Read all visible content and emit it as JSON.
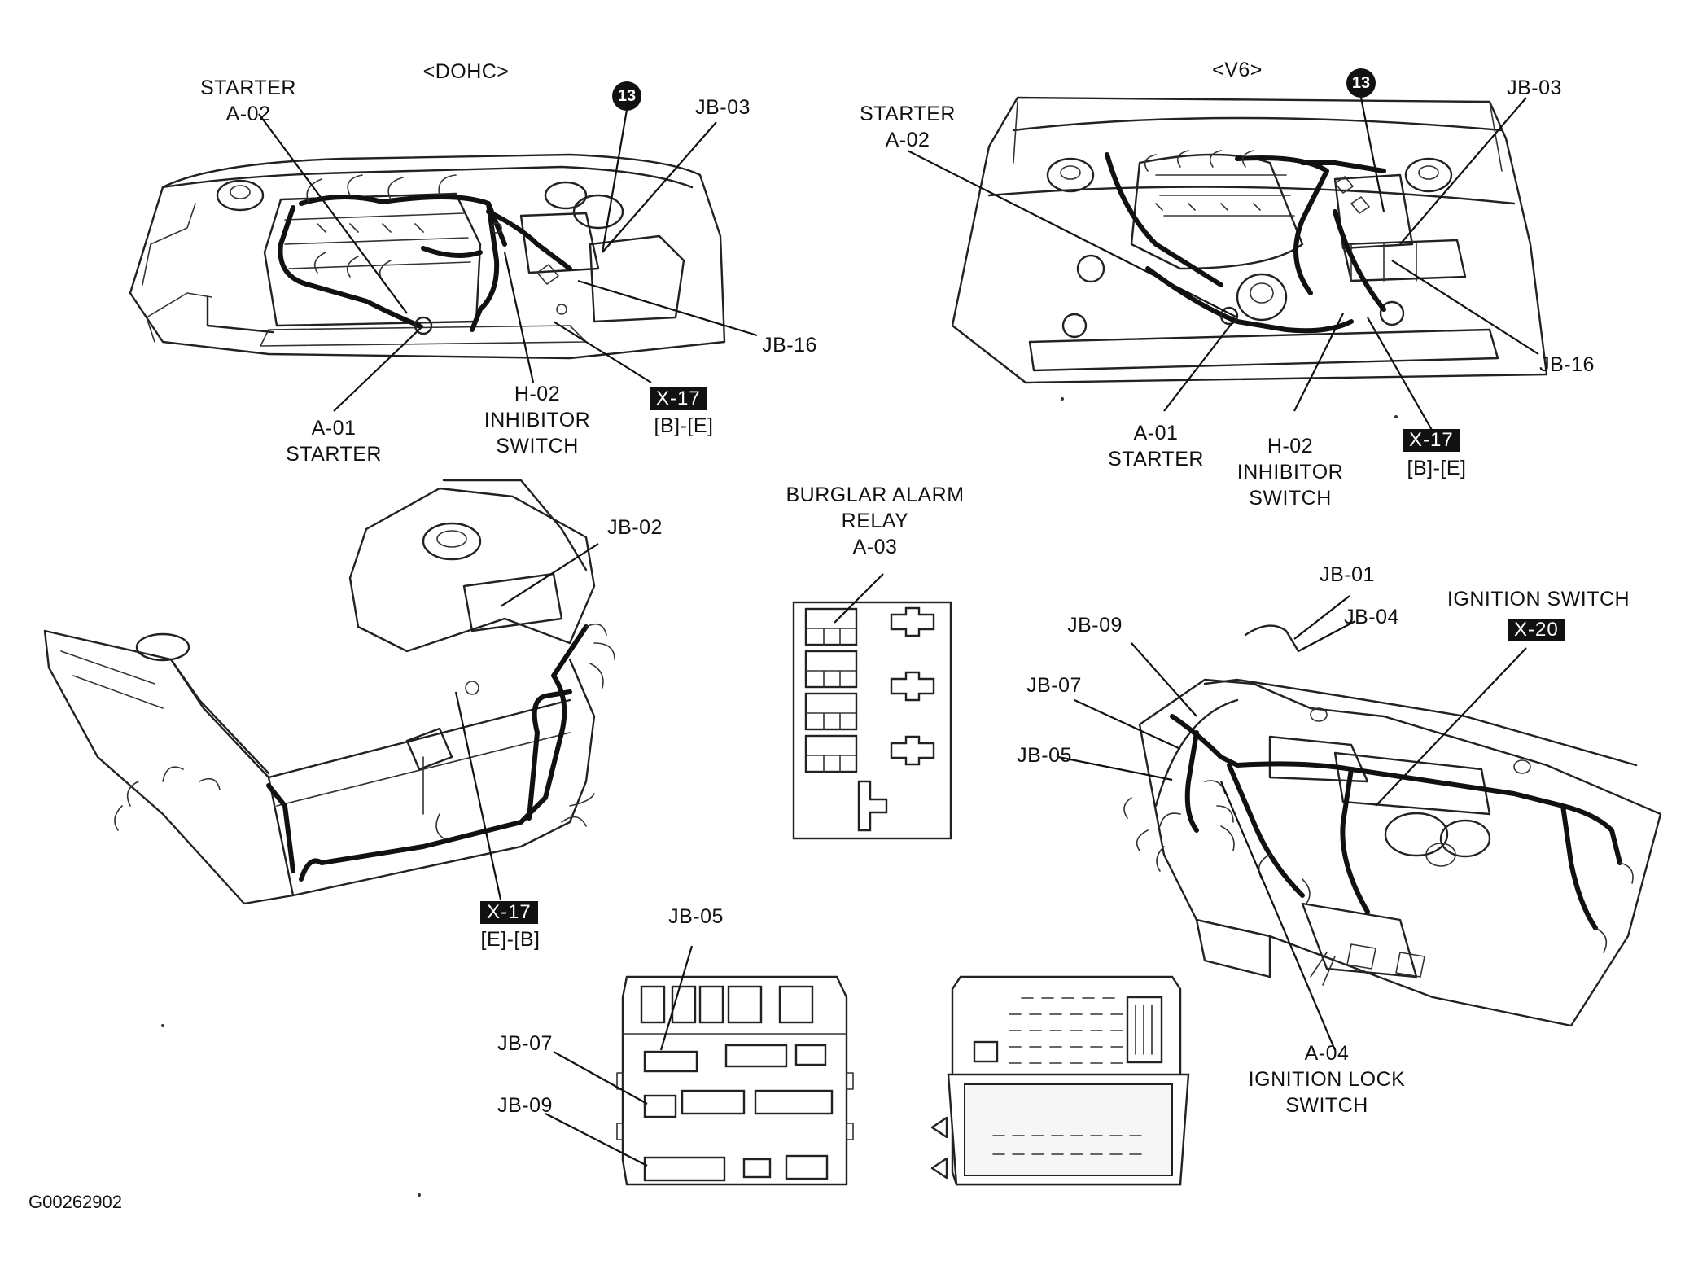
{
  "views": {
    "dohc": {
      "title": "<DOHC>",
      "starter_a02": {
        "line1": "STARTER",
        "line2": "A-02"
      },
      "circle": "13",
      "jb03": "JB-03",
      "jb16": "JB-16",
      "a01": {
        "line1": "A-01",
        "line2": "STARTER"
      },
      "h02": {
        "line1": "H-02",
        "line2": "INHIBITOR",
        "line3": "SWITCH"
      },
      "x17": {
        "badge": "X-17",
        "range": "[B]-[E]"
      }
    },
    "v6": {
      "title": "<V6>",
      "starter_a02": {
        "line1": "STARTER",
        "line2": "A-02"
      },
      "circle": "13",
      "jb03": "JB-03",
      "jb16": "JB-16",
      "a01": {
        "line1": "A-01",
        "line2": "STARTER"
      },
      "h02": {
        "line1": "H-02",
        "line2": "INHIBITOR",
        "line3": "SWITCH"
      },
      "x17": {
        "badge": "X-17",
        "range": "[B]-[E]"
      }
    },
    "front": {
      "jb02": "JB-02",
      "x17": {
        "badge": "X-17",
        "range": "[E]-[B]"
      }
    },
    "relay": {
      "line1": "BURGLAR ALARM",
      "line2": "RELAY",
      "line3": "A-03"
    },
    "dash": {
      "jb01": "JB-01",
      "jb04": "JB-04",
      "jb09": "JB-09",
      "jb07": "JB-07",
      "jb05": "JB-05",
      "ignition": {
        "line1": "IGNITION SWITCH",
        "badge": "X-20"
      },
      "a04": {
        "line1": "A-04",
        "line2": "IGNITION LOCK",
        "line3": "SWITCH"
      }
    },
    "junction": {
      "jb05": "JB-05",
      "jb07": "JB-07",
      "jb09": "JB-09"
    }
  },
  "figure_code": "G00262902"
}
